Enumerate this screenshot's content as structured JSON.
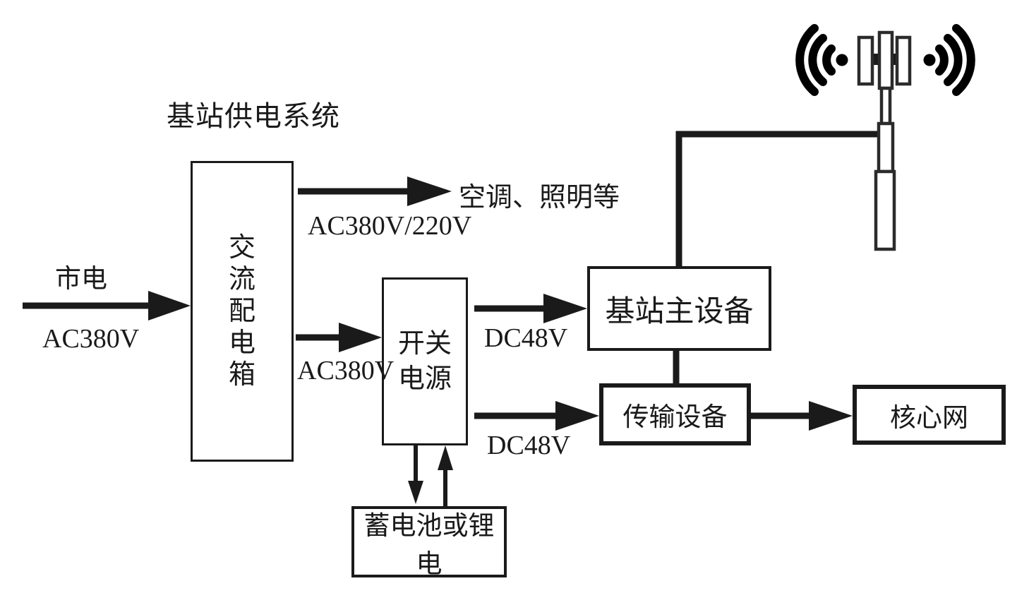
{
  "diagram": {
    "title": "基站供电系统",
    "boxes": {
      "ac_dist": "交流配电箱",
      "switch_power": "开关电源",
      "bts_main": "基站主设备",
      "transmission": "传输设备",
      "core_network": "核心网",
      "battery": "蓄电池或锂电"
    },
    "labels": {
      "mains": "市电",
      "mains_voltage": "AC380V",
      "aircon_load": "空调、照明等",
      "ac380_220": "AC380V/220V",
      "ac380_to_switch": "AC380V",
      "dc48_to_bts": "DC48V",
      "dc48_to_transmission": "DC48V"
    },
    "connections": [
      {
        "from": "市电",
        "to": "交流配电箱",
        "label": "AC380V",
        "type": "arrow"
      },
      {
        "from": "交流配电箱",
        "to": "空调、照明等",
        "label": "AC380V/220V",
        "type": "arrow"
      },
      {
        "from": "交流配电箱",
        "to": "开关电源",
        "label": "AC380V",
        "type": "arrow"
      },
      {
        "from": "开关电源",
        "to": "基站主设备",
        "label": "DC48V",
        "type": "arrow"
      },
      {
        "from": "开关电源",
        "to": "传输设备",
        "label": "DC48V",
        "type": "arrow"
      },
      {
        "from": "传输设备",
        "to": "核心网",
        "label": "",
        "type": "arrow"
      },
      {
        "from": "开关电源",
        "to": "蓄电池或锂电",
        "label": "",
        "type": "double-arrow"
      },
      {
        "from": "基站主设备",
        "to": "天线塔",
        "label": "",
        "type": "line"
      },
      {
        "from": "基站主设备",
        "to": "传输设备",
        "label": "",
        "type": "line"
      }
    ],
    "icons": {
      "antenna": "cell-tower-icon"
    },
    "colors": {
      "line": "#1a1a1a",
      "background": "#ffffff"
    }
  }
}
